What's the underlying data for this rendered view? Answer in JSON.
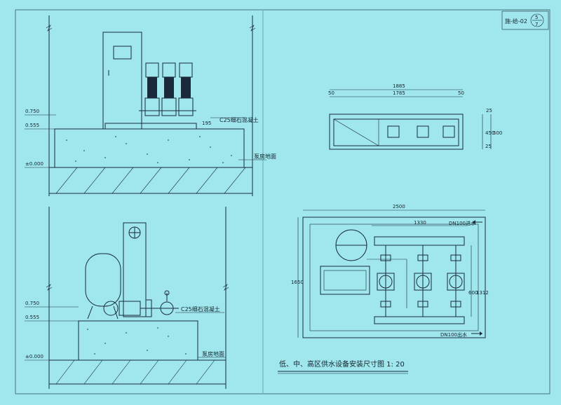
{
  "sheet": {
    "sheet_code": "施-给-02",
    "sheet_fraction_top": "5",
    "sheet_fraction_bottom": "7",
    "caption_title": "低、中、高区供水设备安装尺寸图 1: 20"
  },
  "elevation_top": {
    "level_high": "0.750",
    "level_mid": "0.555",
    "level_zero": "±0.000",
    "concrete_note": "C25细石混凝土",
    "floor_note": "泵房地面",
    "dim_195": "195"
  },
  "elevation_bottom": {
    "level_high": "0.750",
    "level_mid": "0.555",
    "level_zero": "±0.000",
    "concrete_note": "C25细石混凝土",
    "floor_note": "泵房地面"
  },
  "plan_base": {
    "dim_total": "1885",
    "dim_left": "50",
    "dim_inner": "1785",
    "dim_right": "50",
    "dim_25": "25",
    "dim_450": "450",
    "dim_500": "500",
    "dim_25b": "25"
  },
  "plan_layout": {
    "dim_width": "2500",
    "dim_pump_span": "1330",
    "dim_height": "1650",
    "dim_600": "600",
    "dim_1312": "1312",
    "inlet_label": "DN100进水",
    "outlet_label": "DN100出水"
  }
}
